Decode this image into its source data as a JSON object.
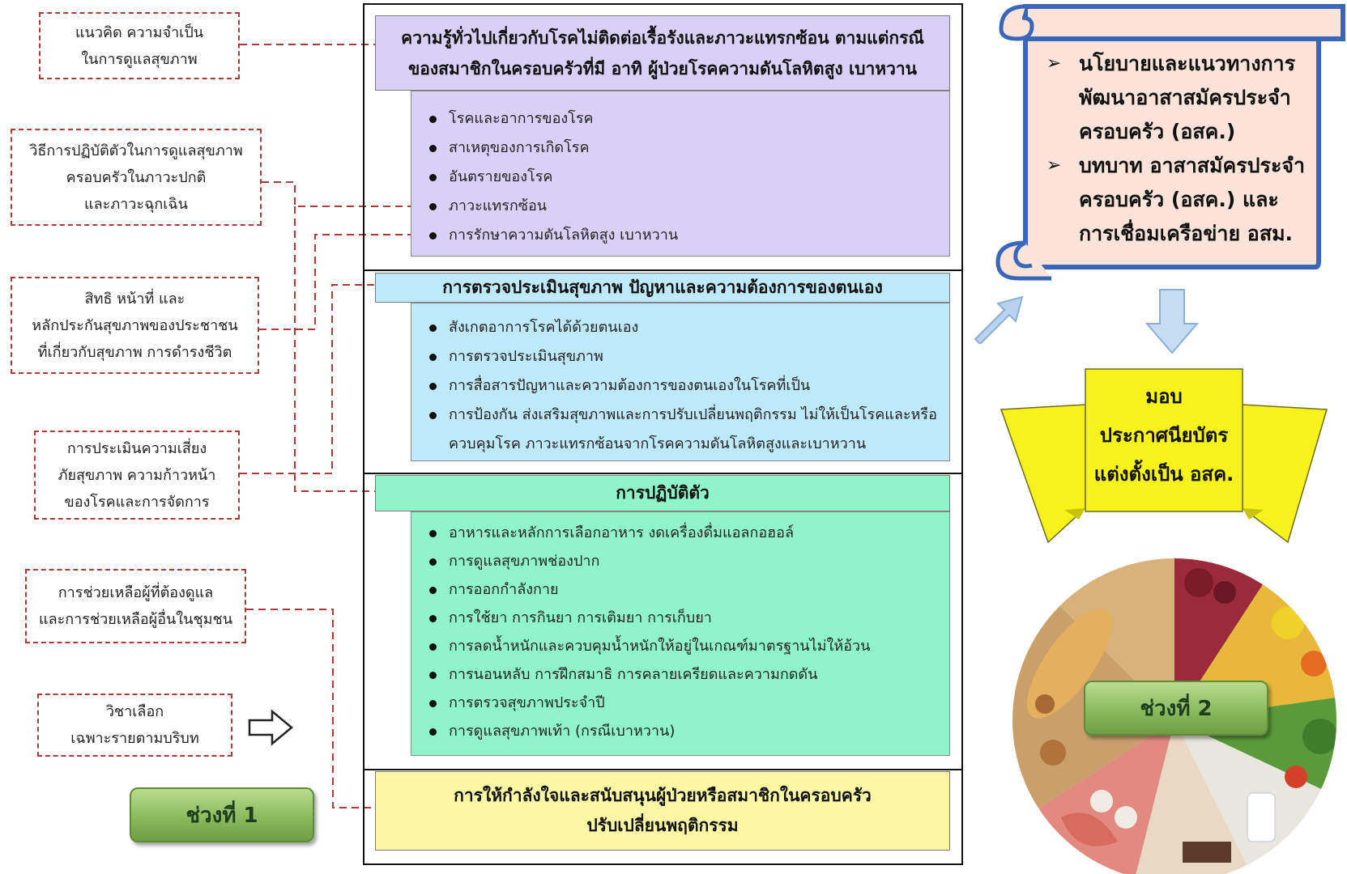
{
  "left_boxes": [
    "แนวคิด ความจำเป็น\nในการดูแลสุขภาพ",
    "วิธีการปฏิบัติตัวในการดูแลสุขภาพ\nครอบครัวในภาวะปกติ\nและภาวะฉุกเฉิน",
    "สิทธิ หน้าที่ และ\nหลักประกันสุขภาพของประชาชน\nที่เกี่ยวกับสุขภาพ การดำรงชีวิต",
    "การประเมินความเสี่ยง\nภัยสุขภาพ ความก้าวหน้า\nของโรคและการจัดการ",
    "การช่วยเหลือผู้ที่ต้องดูแล\nและการช่วยเหลือผู้อื่นในชุมชน",
    "วิชาเลือก\nเฉพาะรายตามบริบท"
  ],
  "phase1_label": "ช่วงที่ 1",
  "phase2_label": "ช่วงที่ 2",
  "sections": [
    {
      "header": "ความรู้ทั่วไปเกี่ยวกับโรคไม่ติดต่อเรื้อรังและภาวะแทรกซ้อน ตามแต่กรณี\nของสมาชิกในครอบครัวที่มี อาทิ ผู้ป่วยโรคความดันโลหิตสูง เบาหวาน",
      "items": [
        "โรคและอาการของโรค",
        "สาเหตุของการเกิดโรค",
        "อันตรายของโรค",
        "ภาวะแทรกซ้อน",
        "การรักษาความดันโลหิตสูง เบาหวาน"
      ]
    },
    {
      "header": "การตรวจประเมินสุขภาพ ปัญหาและความต้องการของตนเอง",
      "items": [
        "สังเกตอาการโรคได้ด้วยตนเอง",
        "การตรวจประเมินสุขภาพ",
        "การสื่อสารปัญหาและความต้องการของตนเองในโรคที่เป็น",
        "การป้องกัน ส่งเสริมสุขภาพและการปรับเปลี่ยนพฤติกรรม ไม่ให้เป็นโรคและหรือควบคุมโรค ภาวะแทรกซ้อนจากโรคความดันโลหิตสูงและเบาหวาน"
      ]
    },
    {
      "header": "การปฏิบัติตัว",
      "items": [
        "อาหารและหลักการเลือกอาหาร งดเครื่องดื่มแอลกอฮอล์",
        "การดูแลสุขภาพช่องปาก",
        "การออกกำลังกาย",
        "การใช้ยา การกินยา การเติมยา การเก็บยา",
        "การลดน้ำหนักและควบคุมน้ำหนักให้อยู่ในเกณฑ์มาตรฐานไม่ให้อ้วน",
        "การนอนหลับ การฝึกสมาธิ การคลายเครียดและความกดดัน",
        "การตรวจสุขภาพประจำปี",
        "การดูแลสุขภาพเท้า (กรณีเบาหวาน)"
      ]
    },
    {
      "header": "การให้กำลังใจและสนับสนุนผู้ป่วยหรือสมาชิกในครอบครัว\nปรับเปลี่ยนพฤติกรรม",
      "items": []
    }
  ],
  "scroll_items": [
    "นโยบายและแนวทางการพัฒนาอาสาสมัครประจำครอบครัว (อสค.)",
    "บทบาท อาสาสมัครประจำครอบครัว (อสค.) และการเชื่อมเครือข่าย อสม."
  ],
  "ribbon_text": {
    "line1": "มอบ",
    "line2": "ประกาศนียบัตร",
    "line3": "แต่งตั้งเป็น อสค."
  },
  "colors": {
    "lavender": "#d9d0f7",
    "cyan": "#bde9fa",
    "mint": "#8ff5c8",
    "yellow": "#fbf7a4",
    "scroll_fill": "#fbe3d9",
    "scroll_border": "#3a66b8",
    "ribbon_yellow": "#f7f21c",
    "dash_red": "#b03a3a"
  },
  "icons": [
    "right-outline-arrow-icon",
    "diagonal-arrow-icon",
    "down-arrow-icon"
  ]
}
